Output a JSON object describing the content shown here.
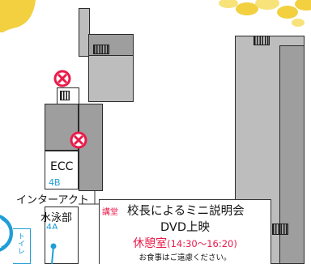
{
  "rooms": {
    "ecc": {
      "name": "ECC",
      "code": "4B"
    },
    "suiei": {
      "name": "水泳部",
      "code": "4A"
    },
    "inter_act": {
      "name": "インターアクト"
    },
    "toilet": {
      "name": "トイレ"
    }
  },
  "event": {
    "tag": "講堂",
    "title": "校長によるミニ説明会",
    "subtitle": "DVD上映",
    "rest_label": "休憩室",
    "rest_time": "(14:30〜16:20)",
    "note": "お食事はご遠慮ください。"
  },
  "colors": {
    "building": "#9e9e9e",
    "highlight": "#1f9ed8",
    "accent": "#e81b4a",
    "decor": "#f2d040"
  },
  "icons": [
    "no-entry-icon",
    "stairs-icon"
  ]
}
